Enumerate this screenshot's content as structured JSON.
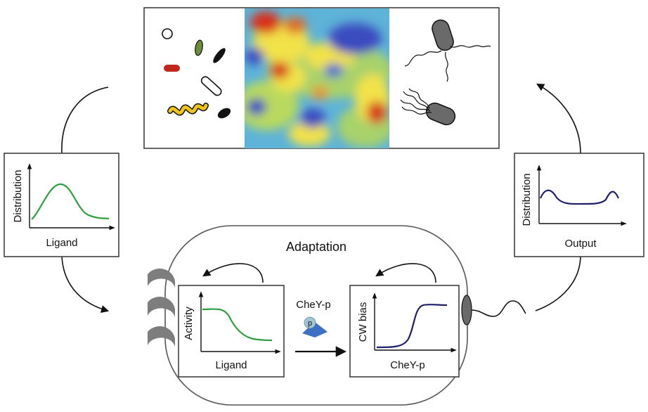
{
  "title": "Adaptation",
  "input_panel": {
    "ylabel": "Distribution",
    "xlabel": "Ligand",
    "curve_color": "#2e9e3e"
  },
  "output_panel": {
    "ylabel": "Distribution",
    "xlabel": "Output",
    "curve_color": "#1f1f6e"
  },
  "activity_panel": {
    "ylabel": "Activity",
    "xlabel": "Ligand",
    "curve_color": "#2e9e3e"
  },
  "bias_panel": {
    "ylabel": "CW bias",
    "xlabel": "CheY-p",
    "curve_color": "#1f1f6e"
  },
  "signal": {
    "label": "CheY-p",
    "phospho_label": "p"
  },
  "colors": {
    "heatmap_red": "#d7301f",
    "heatmap_yellow": "#f2e24a",
    "heatmap_blue": "#3b4cc0",
    "protein_blue": "#3d6fc4",
    "ligand_green": "#6b8e3a",
    "ligand_red": "#c0281e",
    "ligand_yellow": "#f0c419"
  }
}
